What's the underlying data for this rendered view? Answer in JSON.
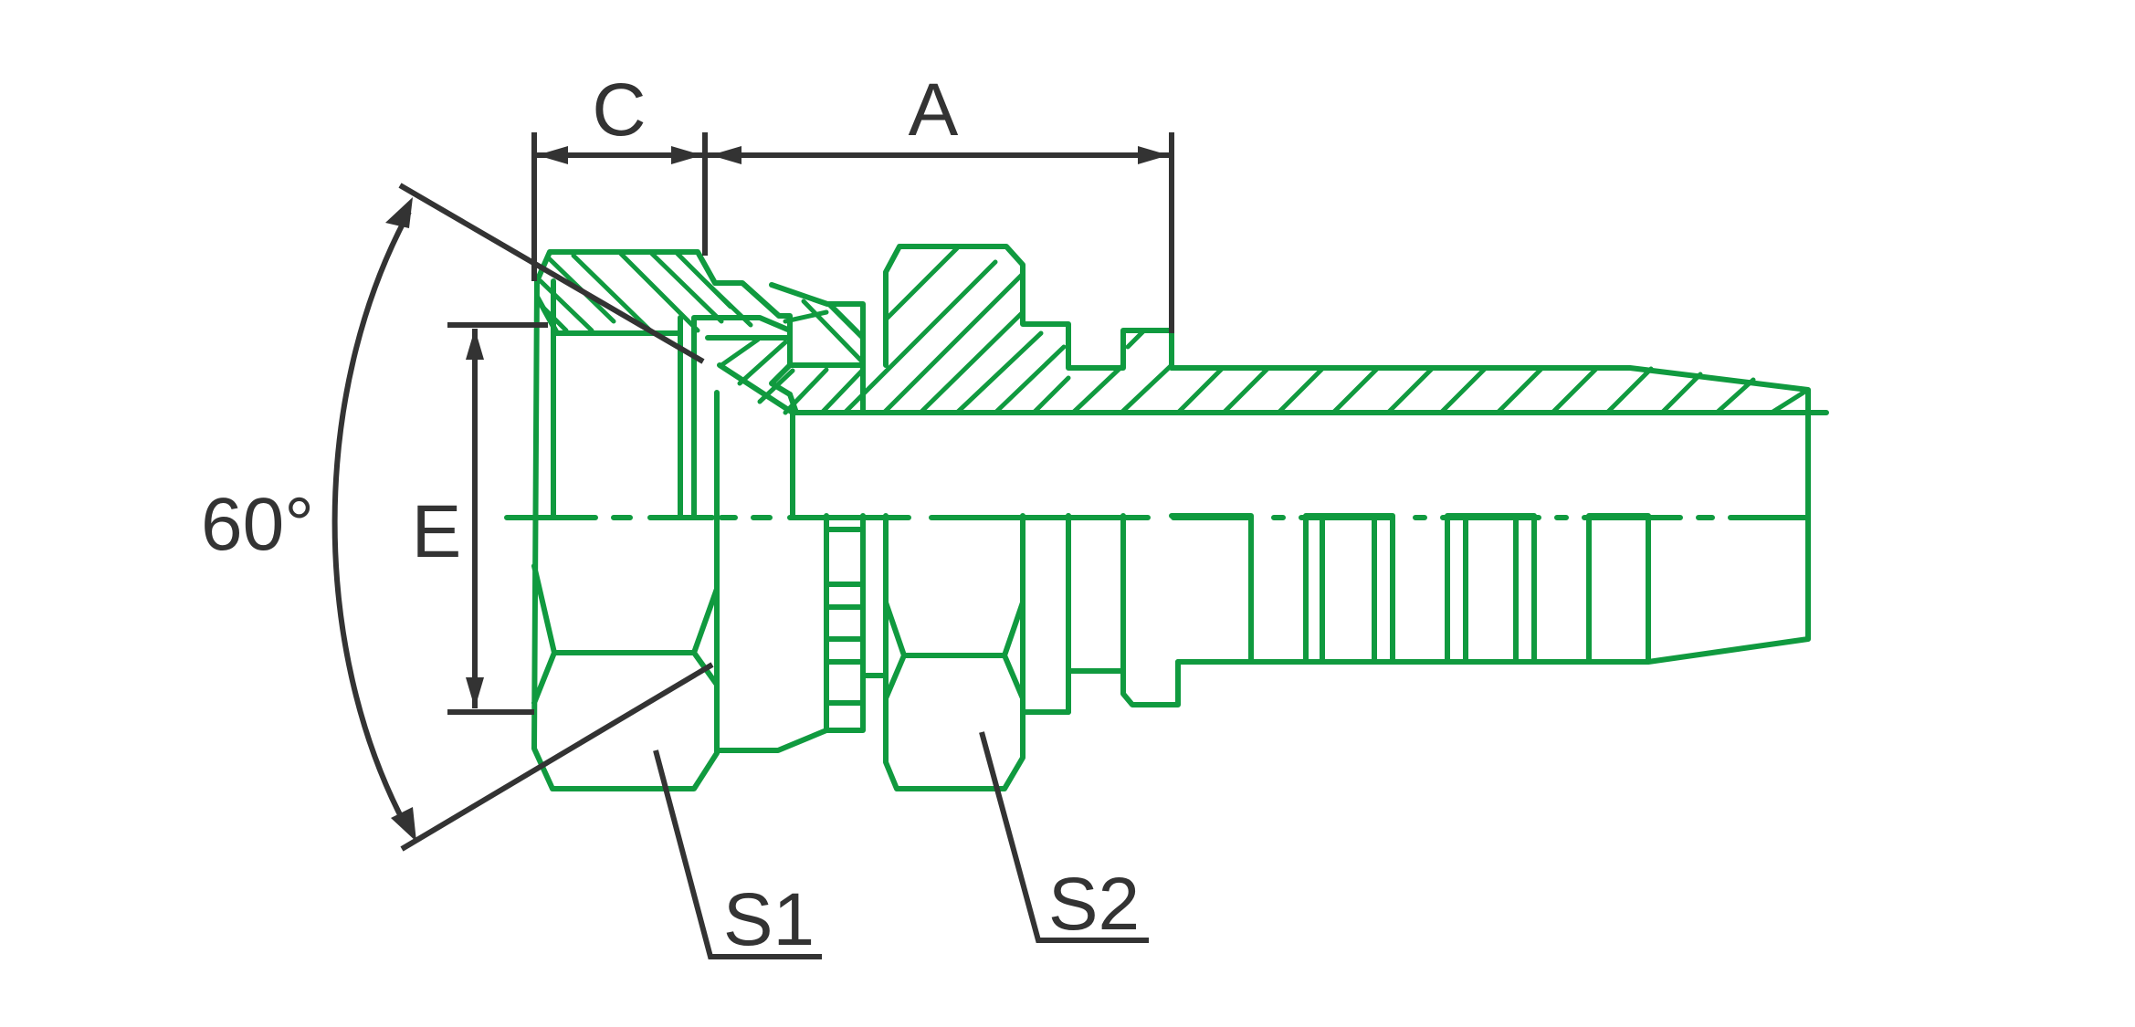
{
  "colors": {
    "part": "#109a3f",
    "dimension": "#333333",
    "background": "#ffffff"
  },
  "labels": {
    "angle": "60°",
    "dim_c": "C",
    "dim_a": "A",
    "dim_e": "E",
    "hex_s1": "S1",
    "hex_s2": "S2"
  }
}
